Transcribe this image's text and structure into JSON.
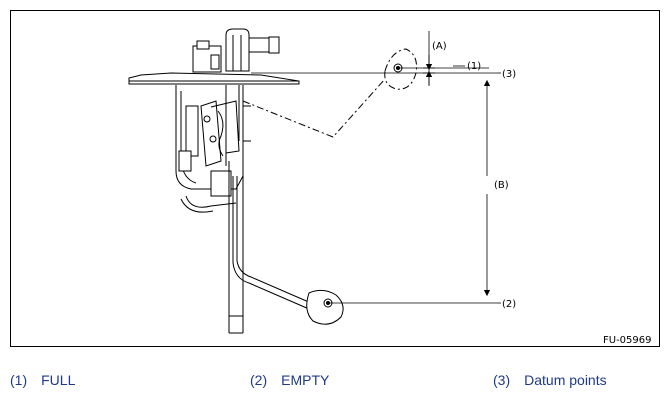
{
  "labels": {
    "a": "(A)",
    "b": "(B)",
    "one": "(1)",
    "two": "(2)",
    "three": "(3)"
  },
  "figure_id": "FU-05969",
  "legend": [
    {
      "num": "(1)",
      "text": "FULL"
    },
    {
      "num": "(2)",
      "text": "EMPTY"
    },
    {
      "num": "(3)",
      "text": "Datum points"
    }
  ],
  "colors": {
    "legend_text": "#1f3a8a",
    "line": "#000000"
  }
}
